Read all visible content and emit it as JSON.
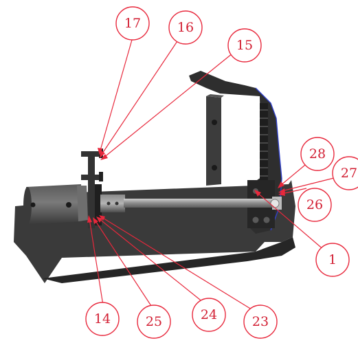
{
  "colors": {
    "callout": "#e8283c",
    "callout_text": "#d21e32",
    "machine_dark": "#2a2a2a",
    "machine_mid": "#3e3e3e",
    "shaft": "#9a9a9a",
    "outline_blue": "#3040c8"
  },
  "callouts": [
    {
      "id": "17",
      "label": "17"
    },
    {
      "id": "16",
      "label": "16"
    },
    {
      "id": "15",
      "label": "15"
    },
    {
      "id": "28",
      "label": "28"
    },
    {
      "id": "27",
      "label": "27"
    },
    {
      "id": "26",
      "label": "26"
    },
    {
      "id": "1",
      "label": "1"
    },
    {
      "id": "14",
      "label": "14"
    },
    {
      "id": "25",
      "label": "25"
    },
    {
      "id": "24",
      "label": "24"
    },
    {
      "id": "23",
      "label": "23"
    }
  ]
}
